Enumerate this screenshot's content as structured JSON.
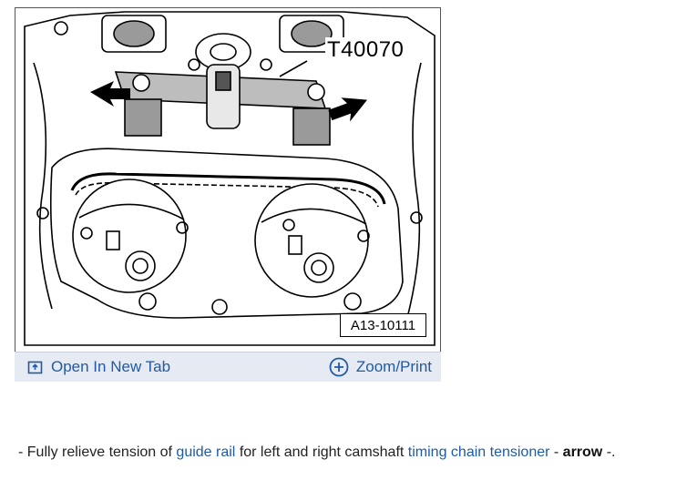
{
  "figure": {
    "tool_label": "T40070",
    "reference_code": "A13-10111"
  },
  "toolbar": {
    "open_new_tab_label": "Open In New Tab",
    "zoom_print_label": "Zoom/Print",
    "open_icon": "open-new-tab-icon",
    "zoom_icon": "zoom-plus-icon",
    "link_color": "#1f5aa6",
    "background_color": "#e6eaf2"
  },
  "instruction": {
    "bullet": "-",
    "text_1": "Fully relieve tension of",
    "link_1": "guide rail",
    "text_2": "for left and right camshaft",
    "link_2": "timing chain tensioner",
    "dash_1": "-",
    "bold": "arrow",
    "dash_2": "-."
  }
}
